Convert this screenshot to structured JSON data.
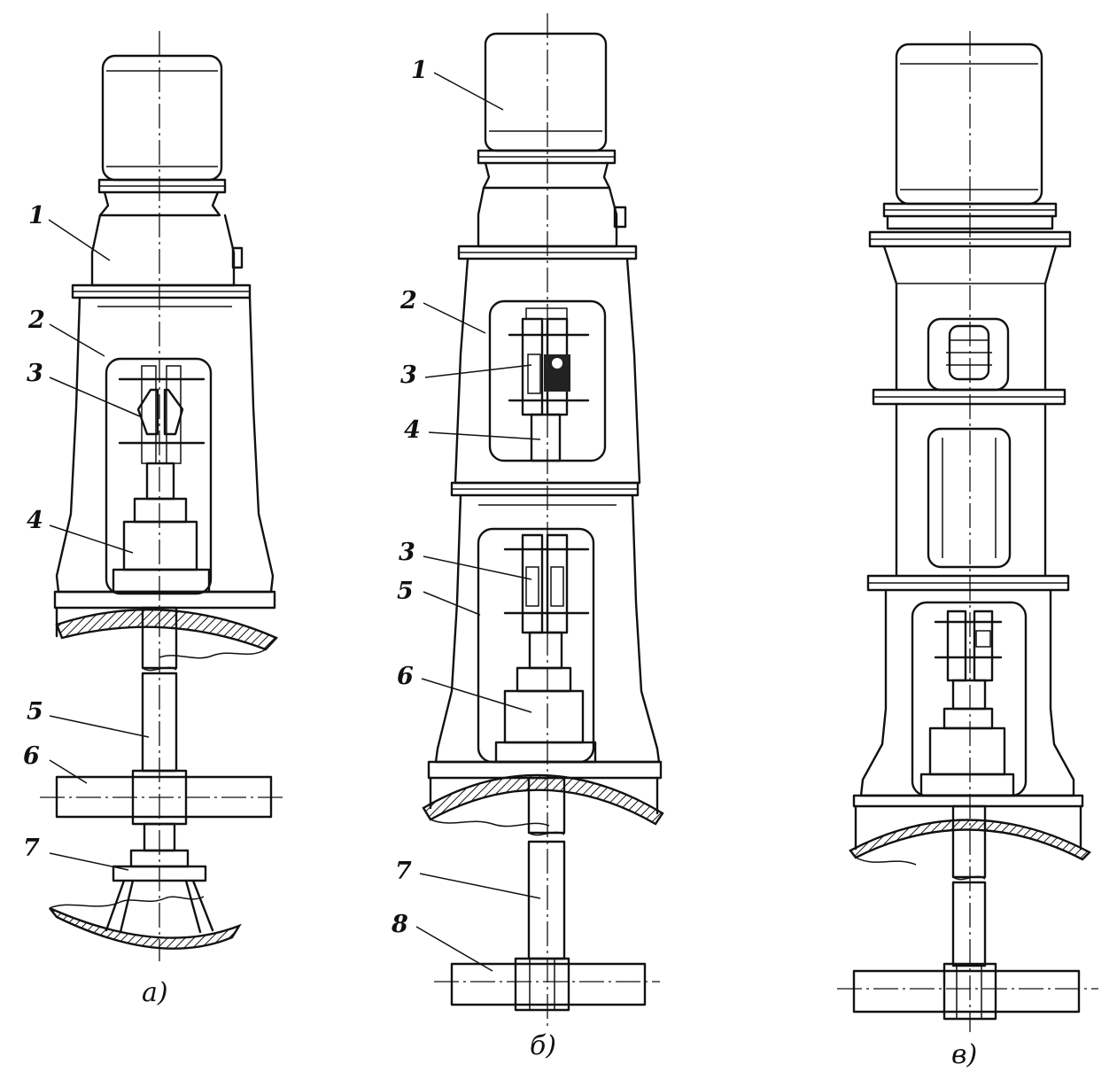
{
  "figures": [
    {
      "caption": "а)",
      "labels": [
        "1",
        "2",
        "3",
        "4",
        "5",
        "6",
        "7"
      ]
    },
    {
      "caption": "б)",
      "labels": [
        "1",
        "2",
        "3",
        "4",
        "3",
        "5",
        "6",
        "7",
        "8"
      ]
    },
    {
      "caption": "в)",
      "labels": []
    }
  ],
  "colors": {
    "ink": "#111111",
    "paper": "#ffffff"
  }
}
